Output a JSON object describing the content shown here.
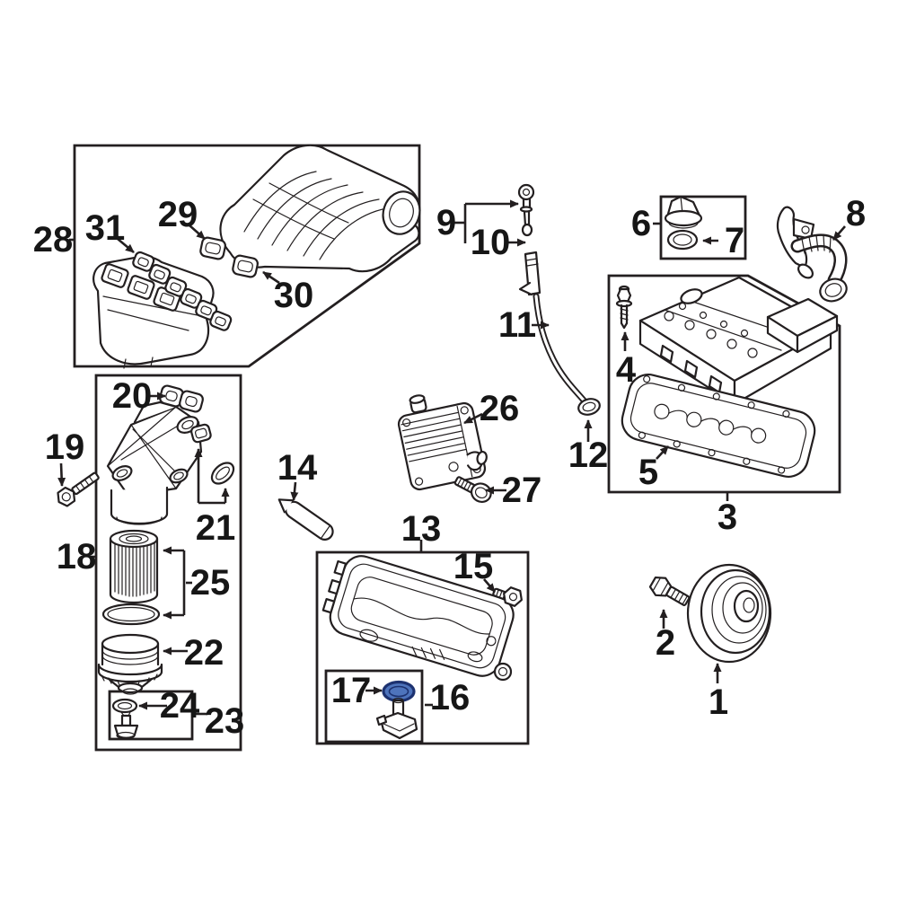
{
  "diagram": {
    "type": "exploded-parts-diagram",
    "background": "#ffffff",
    "line_color": "#231f20",
    "highlight": {
      "part": "17",
      "fill": "#4e74bc",
      "stroke": "#1d3270"
    },
    "labels": {
      "p1": "1",
      "p2": "2",
      "p3": "3",
      "p4": "4",
      "p5": "5",
      "p6": "6",
      "p7": "7",
      "p8": "8",
      "p9": "9",
      "p10": "10",
      "p11": "11",
      "p12": "12",
      "p13": "13",
      "p14": "14",
      "p15": "15",
      "p16": "16",
      "p17": "17",
      "p18": "18",
      "p19": "19",
      "p20": "20",
      "p21": "21",
      "p22": "22",
      "p23": "23",
      "p24": "24",
      "p25": "25",
      "p26": "26",
      "p27": "27",
      "p28": "28",
      "p29": "29",
      "p30": "30",
      "p31": "31"
    }
  }
}
